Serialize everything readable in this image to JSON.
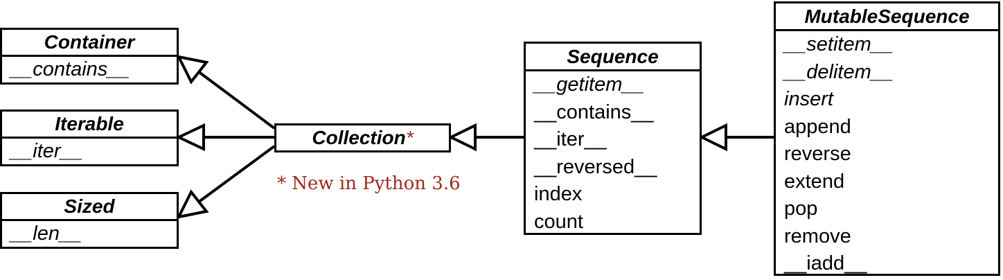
{
  "container": {
    "name": "Container",
    "members": [
      {
        "text": "__contains__",
        "italic": true
      }
    ]
  },
  "iterable": {
    "name": "Iterable",
    "members": [
      {
        "text": "__iter__",
        "italic": true
      }
    ]
  },
  "sized": {
    "name": "Sized",
    "members": [
      {
        "text": "__len__",
        "italic": true
      }
    ]
  },
  "collection": {
    "name": "Collection",
    "star": "*"
  },
  "note": "* New in Python 3.6",
  "sequence": {
    "name": "Sequence",
    "members": [
      {
        "text": "__getitem__",
        "italic": true
      },
      {
        "text": "__contains__",
        "italic": false
      },
      {
        "text": "__iter__",
        "italic": false
      },
      {
        "text": "__reversed__",
        "italic": false
      },
      {
        "text": "index",
        "italic": false
      },
      {
        "text": "count",
        "italic": false
      }
    ]
  },
  "mutable_sequence": {
    "name": "MutableSequence",
    "members": [
      {
        "text": "__setitem__",
        "italic": true
      },
      {
        "text": "__delitem__",
        "italic": true
      },
      {
        "text": "insert",
        "italic": true
      },
      {
        "text": "append",
        "italic": false
      },
      {
        "text": "reverse",
        "italic": false
      },
      {
        "text": "extend",
        "italic": false
      },
      {
        "text": "pop",
        "italic": false
      },
      {
        "text": "remove",
        "italic": false
      },
      {
        "text": "__iadd__",
        "italic": false
      }
    ]
  },
  "colors": {
    "stroke": "#000000",
    "note": "#9c2a1c"
  }
}
